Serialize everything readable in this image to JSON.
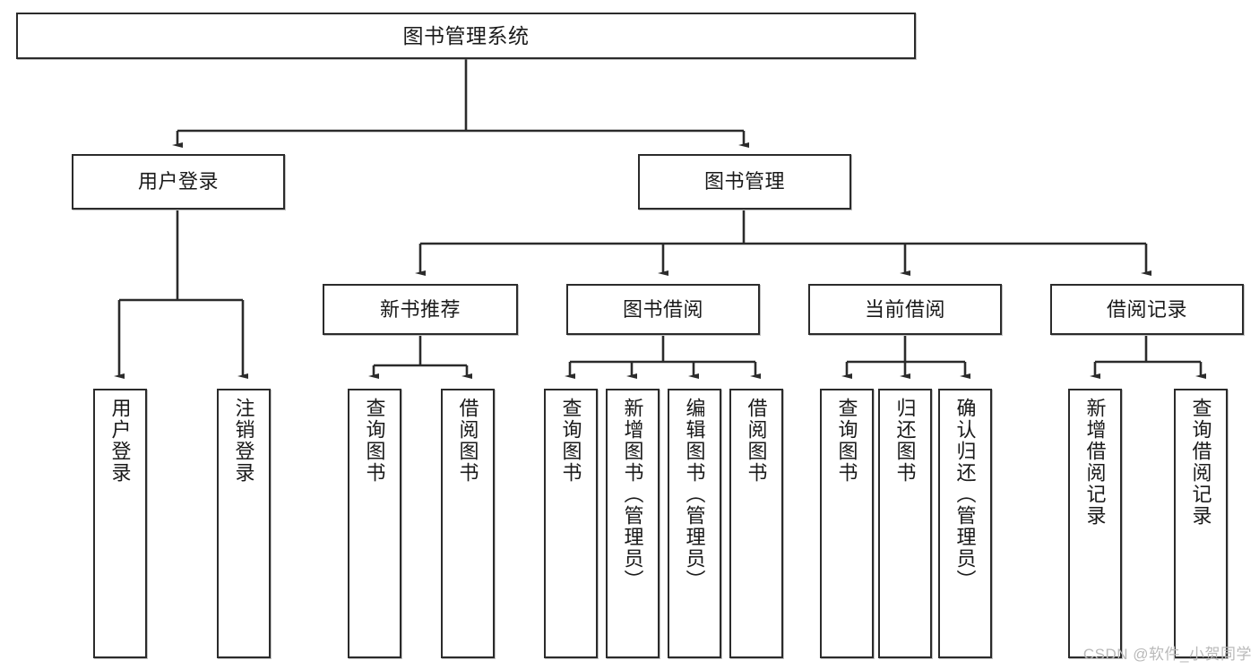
{
  "diagram": {
    "title": "图书管理系统",
    "type": "tree",
    "watermark": "CSDN @软件_小贺同学",
    "colors": {
      "box_border": "#2b2b2b",
      "box_fill": "#ffffff",
      "connector": "#2b2b2b",
      "background": "#ffffff",
      "watermark": "#b9b9b9"
    },
    "nodes": {
      "root": {
        "label": "图书管理系统",
        "level": 0
      },
      "user_login": {
        "label": "用户登录",
        "level": 1
      },
      "book_manage": {
        "label": "图书管理",
        "level": 1
      },
      "new_book_rec": {
        "label": "新书推荐",
        "level": 2
      },
      "book_borrow": {
        "label": "图书借阅",
        "level": 2
      },
      "current_borrow": {
        "label": "当前借阅",
        "level": 2
      },
      "borrow_record": {
        "label": "借阅记录",
        "level": 2
      },
      "leaf_user_login": {
        "label": "用户登录",
        "level": 2,
        "parent": "user_login"
      },
      "leaf_logout": {
        "label": "注销登录",
        "level": 2,
        "parent": "user_login"
      },
      "leaf_query_book_1": {
        "label": "查询图书",
        "level": 3,
        "parent": "new_book_rec"
      },
      "leaf_borrow_book_1": {
        "label": "借阅图书",
        "level": 3,
        "parent": "new_book_rec"
      },
      "leaf_query_book_2": {
        "label": "查询图书",
        "level": 3,
        "parent": "book_borrow"
      },
      "leaf_add_book": {
        "label": "新增图书（管理员）",
        "level": 3,
        "parent": "book_borrow"
      },
      "leaf_edit_book": {
        "label": "编辑图书（管理员）",
        "level": 3,
        "parent": "book_borrow"
      },
      "leaf_borrow_book_2": {
        "label": "借阅图书",
        "level": 3,
        "parent": "book_borrow"
      },
      "leaf_query_book_3": {
        "label": "查询图书",
        "level": 3,
        "parent": "current_borrow"
      },
      "leaf_return_book": {
        "label": "归还图书",
        "level": 3,
        "parent": "current_borrow"
      },
      "leaf_confirm_return": {
        "label": "确认归还（管理员）",
        "level": 3,
        "parent": "current_borrow"
      },
      "leaf_add_record": {
        "label": "新增借阅记录",
        "level": 3,
        "parent": "borrow_record"
      },
      "leaf_query_record": {
        "label": "查询借阅记录",
        "level": 3,
        "parent": "borrow_record"
      }
    }
  }
}
